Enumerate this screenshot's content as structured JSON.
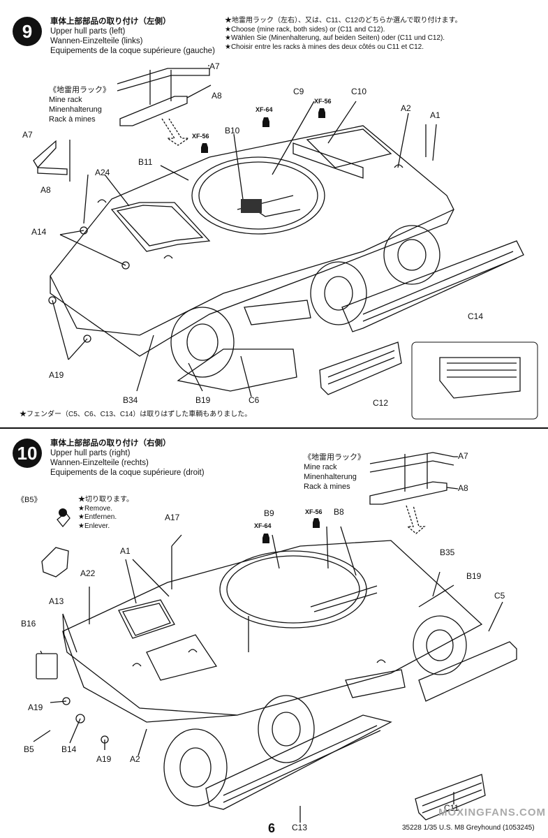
{
  "step9": {
    "number": "9",
    "title_jp": "車体上部部品の取り付け（左側）",
    "title_en": "Upper hull parts (left)",
    "title_de": "Wannen-Einzelteile (links)",
    "title_fr": "Equipements de la coque supérieure (gauche)",
    "notes": [
      "★地雷用ラック（左右）、又は、C11、C12のどちらか選んで取り付けます。",
      "★Choose (mine rack, both sides) or (C11 and C12).",
      "★Wählen Sie (Minenhalterung, auf beiden Seiten) oder (C11 und C12).",
      "★Choisir entre les racks à mines des deux côtés ou C11 et C12."
    ],
    "mine_rack": [
      "《地雷用ラック》",
      "Mine rack",
      "Minenhalterung",
      "Rack à mines"
    ],
    "paints": [
      "XF-64",
      "XF-56",
      "XF-56"
    ],
    "labels": [
      "A7",
      "A8",
      "A7",
      "A8",
      "C9",
      "C10",
      "B10",
      "B11",
      "A2",
      "A1",
      "A24",
      "A14",
      "A19",
      "B34",
      "B19",
      "C6",
      "C14",
      "C12"
    ],
    "caption": "★フェンダー（C5、C6、C13、C14）は取りはずした車輌もありました。"
  },
  "step10": {
    "number": "10",
    "title_jp": "車体上部部品の取り付け（右側）",
    "title_en": "Upper hull parts (right)",
    "title_de": "Wannen-Einzelteile (rechts)",
    "title_fr": "Equipements de la coque supérieure (droit)",
    "mine_rack": [
      "《地雷用ラック》",
      "Mine rack",
      "Minenhalterung",
      "Rack à mines"
    ],
    "b5_title": "《B5》",
    "b5_notes": [
      "★切り取ります。",
      "★Remove.",
      "★Entfernen.",
      "★Enlever."
    ],
    "paints": [
      "XF-64",
      "XF-56"
    ],
    "labels": [
      "A7",
      "A8",
      "B9",
      "B8",
      "A17",
      "A1",
      "A22",
      "A13",
      "B16",
      "A19",
      "B5",
      "B14",
      "A19",
      "A2",
      "C13",
      "B35",
      "B19",
      "C5",
      "C11"
    ]
  },
  "footer": {
    "page_number": "6",
    "code": "35228 1/35 U.S. M8 Greyhound (1053245)",
    "watermark": "MOXINGFANS.COM"
  }
}
